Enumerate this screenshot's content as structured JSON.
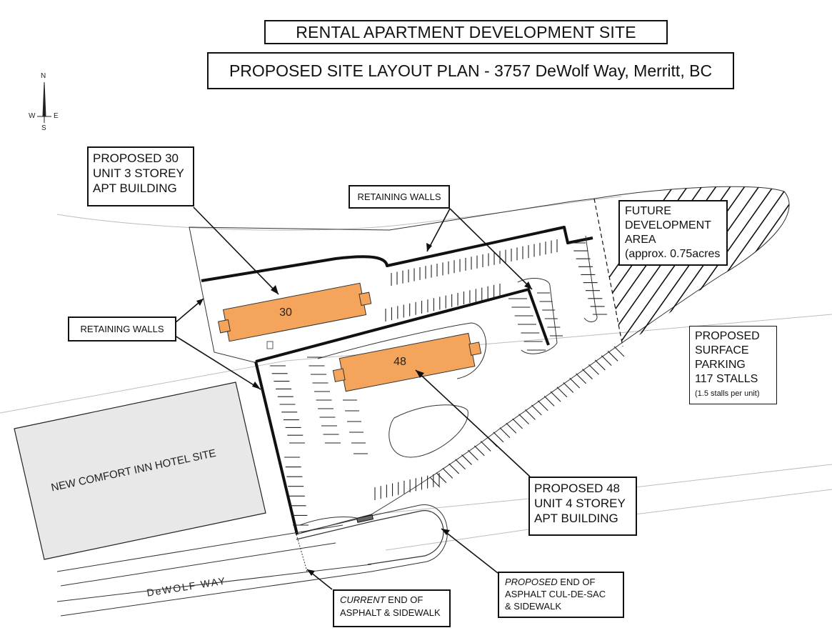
{
  "titles": {
    "main": "RENTAL APARTMENT DEVELOPMENT SITE",
    "subtitle": "PROPOSED SITE LAYOUT PLAN - 3757 DeWolf Way, Merritt, BC"
  },
  "compass": {
    "n": "N",
    "s": "S",
    "e": "E",
    "w": "W"
  },
  "buildings": {
    "building_a_units": "30",
    "building_b_units": "48",
    "hotel": "NEW COMFORT INN HOTEL SITE"
  },
  "street": {
    "name": "DeWOLF  WAY"
  },
  "labels": {
    "proposed_30": [
      "PROPOSED 30",
      "UNIT 3 STOREY",
      "APT BUILDING"
    ],
    "retaining_walls_top": "RETAINING WALLS",
    "retaining_walls_left": "RETAINING WALLS",
    "future_dev": [
      "FUTURE",
      "DEVELOPMENT",
      "AREA",
      "(approx. 0.75acres"
    ],
    "parking": [
      "PROPOSED",
      "SURFACE",
      "PARKING",
      "117 STALLS"
    ],
    "parking_note": "(1.5 stalls per unit)",
    "proposed_48": [
      "PROPOSED 48",
      "UNIT 4 STOREY",
      "APT BUILDING"
    ],
    "proposed_end_italic": "PROPOSED",
    "proposed_end_rest": " END OF",
    "proposed_end_lines": [
      "ASPHALT CUL-DE-SAC",
      "& SIDEWALK"
    ],
    "current_end_italic": "CURRENT",
    "current_end_rest": " END OF",
    "current_end_lines": [
      "ASPHALT & SIDEWALK"
    ]
  },
  "colors": {
    "building_fill": "#f5a55b",
    "hotel_fill": "#e8e8e8",
    "line": "#111111"
  }
}
